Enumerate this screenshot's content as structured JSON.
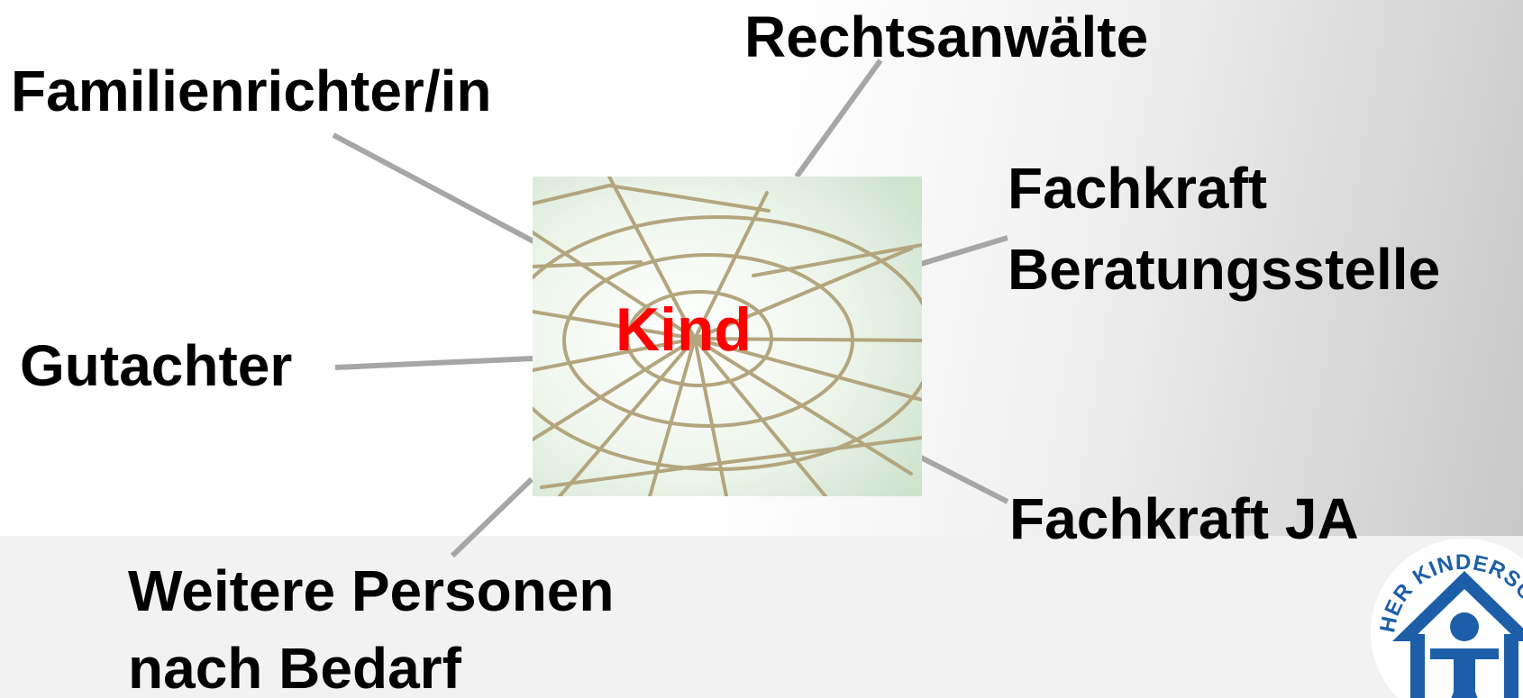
{
  "diagram": {
    "center_label": "Kind",
    "center_color": "#ff0000",
    "roles": {
      "familienrichter": "Familienrichter/in",
      "rechtsanwaelte": "Rechtsanwälte",
      "fachkraft_beratung_line1": "Fachkraft",
      "fachkraft_beratung_line2": "Beratungsstelle",
      "gutachter": "Gutachter",
      "fachkraft_ja": "Fachkraft JA",
      "weitere_line1": "Weitere Personen",
      "weitere_line2": "nach Bedarf"
    },
    "connector_color": "#a6a6a6",
    "center_icon": "spider-web-image"
  },
  "logo": {
    "icon": "kinderschutzbund-logo",
    "text": "DEUTSCHER KINDERSCHUTZBUND",
    "color": "#1c5fa8"
  }
}
